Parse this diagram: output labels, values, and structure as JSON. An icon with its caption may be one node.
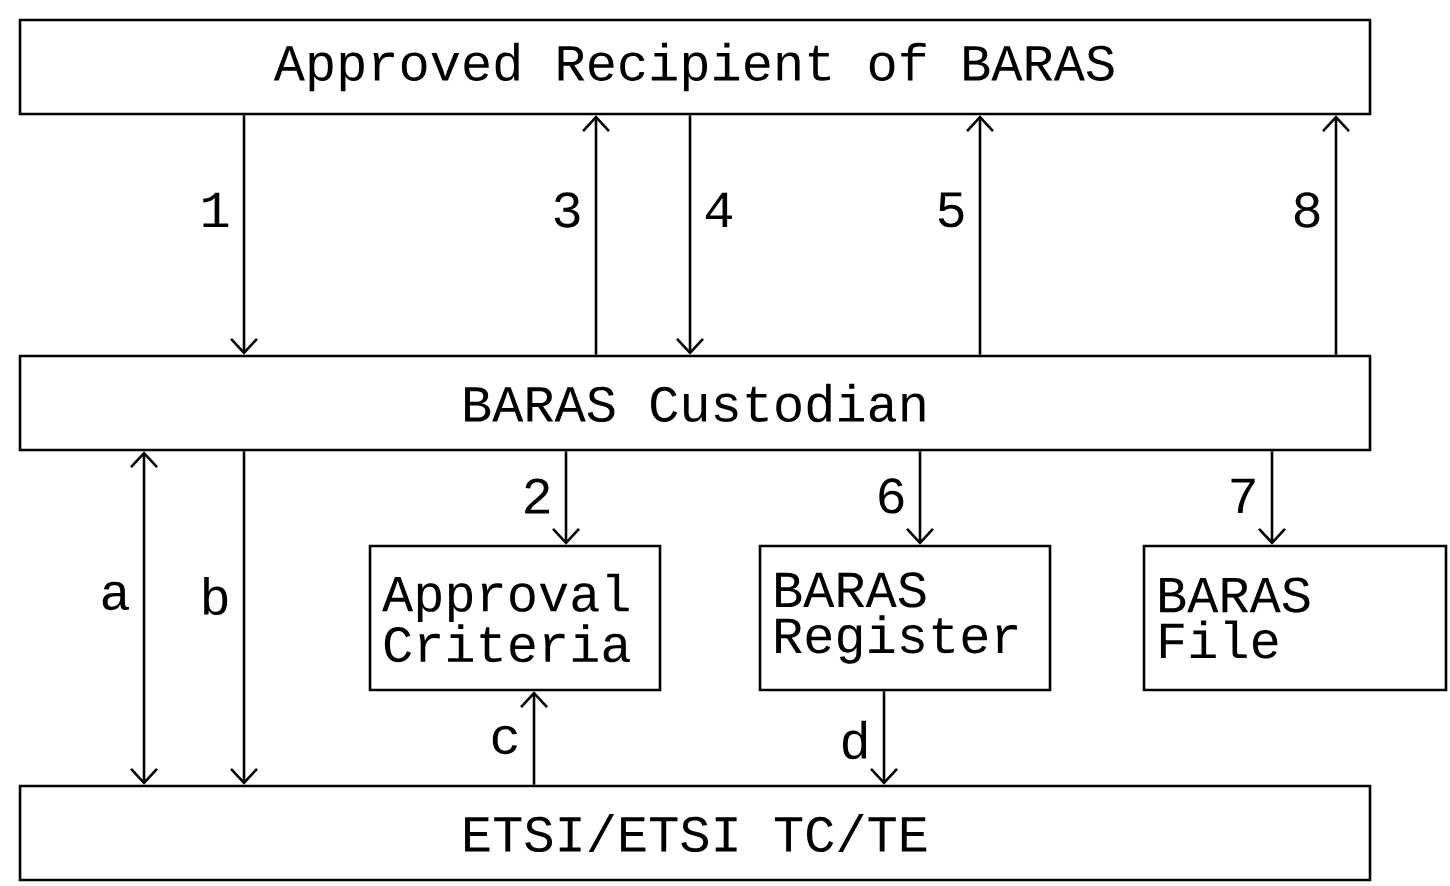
{
  "diagram": {
    "nodes": [
      {
        "text": [
          "Approved Recipient of BARAS"
        ]
      },
      {
        "text": [
          "BARAS Custodian"
        ]
      },
      {
        "text": [
          "Approval Criteria"
        ]
      },
      {
        "text": [
          "BARAS Register"
        ]
      },
      {
        "text": [
          "BARAS File"
        ]
      },
      {
        "text": [
          "ETSI/ETSI TC/TE"
        ]
      }
    ],
    "edges": [
      {
        "from": 0,
        "to": 1,
        "arrow": "to",
        "label": "1"
      },
      {
        "from": 1,
        "to": 0,
        "arrow": "to",
        "label": "3"
      },
      {
        "from": 0,
        "to": 1,
        "arrow": "to",
        "label": "4"
      },
      {
        "from": 1,
        "to": 0,
        "arrow": "to",
        "label": "5"
      },
      {
        "from": 1,
        "to": 0,
        "arrow": "to",
        "label": "8"
      },
      {
        "from": 1,
        "to": 2,
        "arrow": "to",
        "label": "2"
      },
      {
        "from": 1,
        "to": 3,
        "arrow": "to",
        "label": "6"
      },
      {
        "from": 1,
        "to": 4,
        "arrow": "to",
        "label": "7"
      },
      {
        "from": 1,
        "to": 5,
        "arrow": "both",
        "label": "a"
      },
      {
        "from": 1,
        "to": 5,
        "arrow": "to",
        "label": "b"
      },
      {
        "from": 5,
        "to": 2,
        "arrow": "to",
        "label": "c"
      },
      {
        "from": 3,
        "to": 5,
        "arrow": "to",
        "label": "d"
      }
    ]
  }
}
